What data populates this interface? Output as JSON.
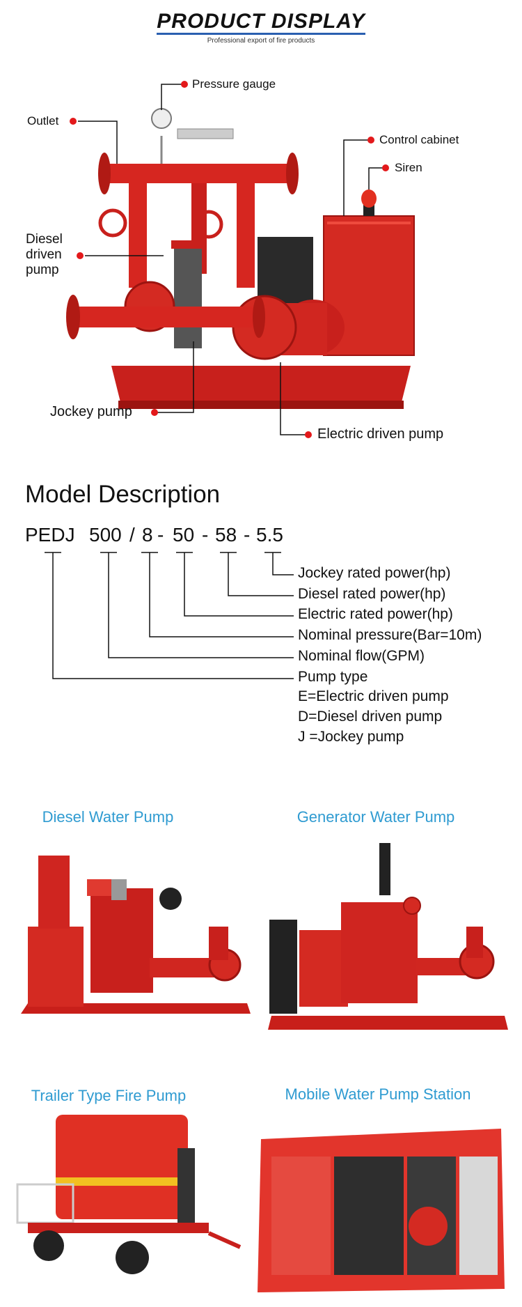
{
  "header": {
    "title": "PRODUCT DISPLAY",
    "subtitle": "Professional export of fire products"
  },
  "callouts": {
    "pressure_gauge": "Pressure gauge",
    "outlet": "Outlet",
    "control_cabinet": "Control cabinet",
    "siren": "Siren",
    "diesel_driven_pump": "Diesel driven pump",
    "jockey_pump": "Jockey pump",
    "electric_driven_pump": "Electric driven pump"
  },
  "model": {
    "title": "Model Description",
    "code": {
      "prefix": "PEDJ",
      "flow": "500",
      "sep1": "/",
      "pressure": "8",
      "dash1": "-",
      "electric": "50",
      "dash2": "-",
      "diesel": "58",
      "dash3": "-",
      "jockey": "5.5"
    },
    "lines": [
      "Jockey rated power(hp)",
      "Diesel rated power(hp)",
      "Electric rated power(hp)",
      "Nominal pressure(Bar=10m)",
      "Nominal flow(GPM)",
      "Pump type",
      "E=Electric driven pump",
      "D=Diesel driven pump",
      "J =Jockey pump"
    ]
  },
  "products": [
    {
      "title": "Diesel Water Pump"
    },
    {
      "title": "Generator Water Pump"
    },
    {
      "title": "Trailer Type Fire Pump"
    },
    {
      "title": "Mobile Water Pump Station"
    }
  ],
  "colors": {
    "brand_red": "#d8201c",
    "dark_red": "#a81410",
    "title_blue": "#2f9bd1",
    "accent_blue": "#2a5fb0"
  }
}
